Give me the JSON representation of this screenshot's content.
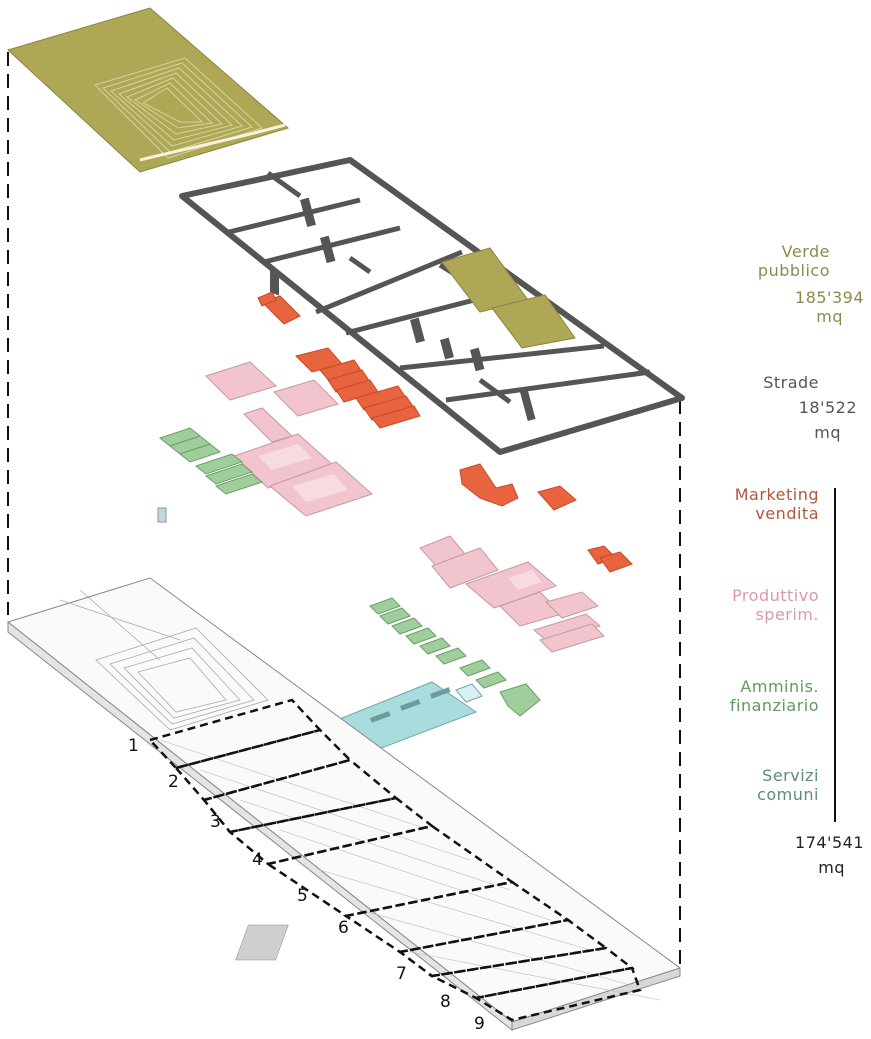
{
  "colors": {
    "verde": "#a9a45a",
    "strade": "#555555",
    "marketing": "#e8643f",
    "produttivo": "#f0c2cc",
    "amministrativo": "#9ac99a",
    "servizi": "#a9dcdc",
    "outline": "#999999"
  },
  "legend": {
    "verde": {
      "line1": "Verde",
      "line2": "pubblico",
      "value": "185'394",
      "unit": "mq",
      "color": "#8e8a4e"
    },
    "strade": {
      "line1": "Strade",
      "value": "18'522",
      "unit": "mq",
      "color": "#555555"
    },
    "marketing": {
      "line1": "Marketing",
      "line2": "vendita",
      "color": "#b2563f"
    },
    "produttivo": {
      "line1": "Produttivo",
      "line2": "sperim.",
      "color": "#d99aa5"
    },
    "amministrativo": {
      "line1": "Amminis.",
      "line2": "finanziario",
      "color": "#5f9a5f"
    },
    "servizi": {
      "line1": "Servizi",
      "line2": "comuni",
      "color": "#5d8a82"
    },
    "total": {
      "value": "174'541",
      "unit": "mq",
      "color": "#222222"
    }
  },
  "sections": [
    "1",
    "2",
    "3",
    "4",
    "5",
    "6",
    "7",
    "8",
    "9"
  ]
}
